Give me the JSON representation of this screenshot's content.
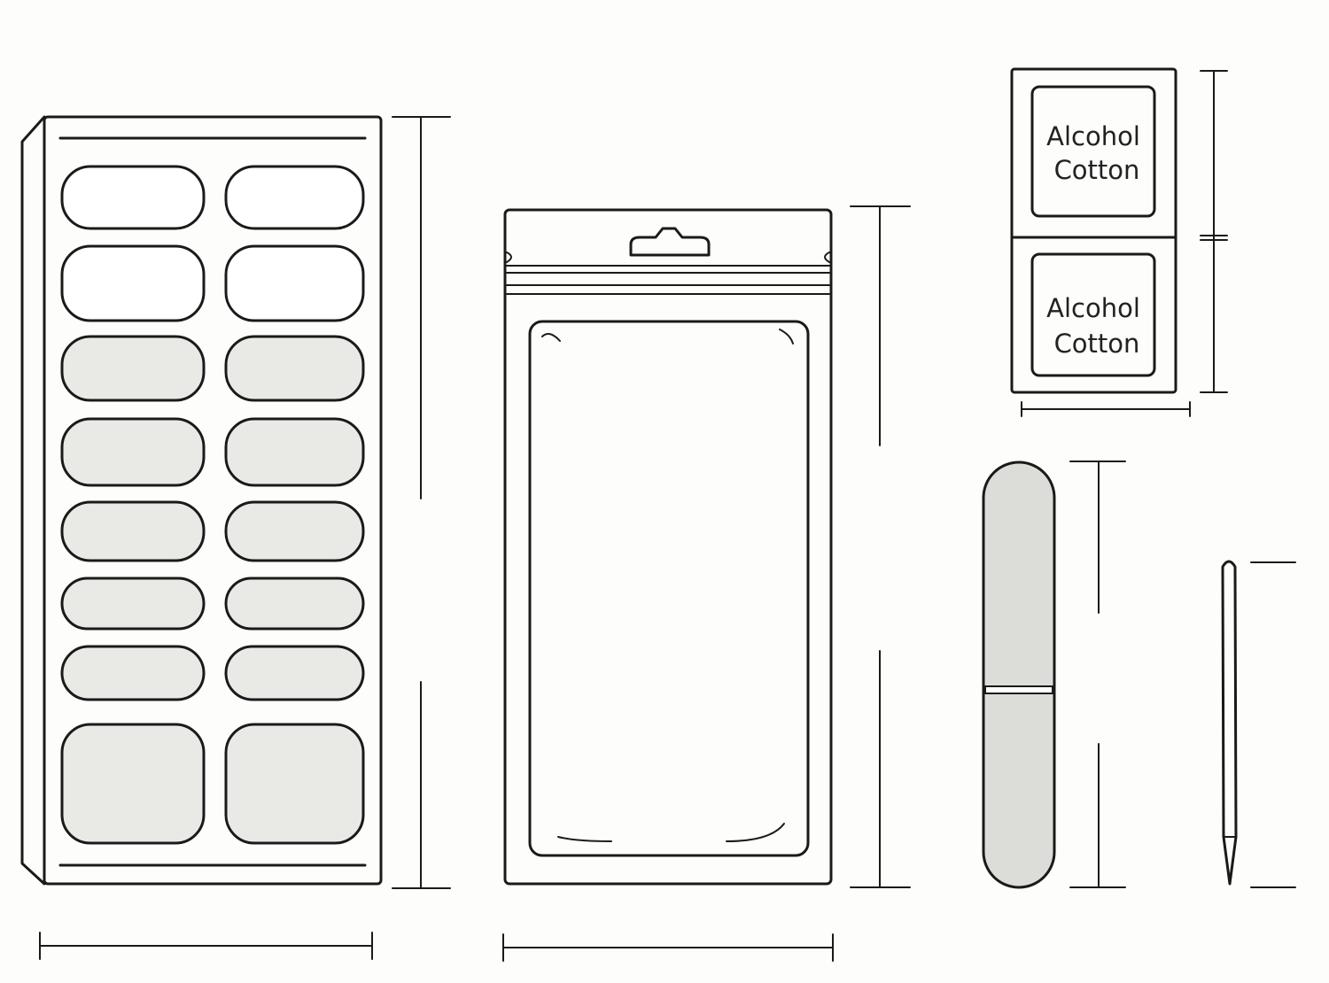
{
  "title": "Press-on nail kit contents with dimension lines",
  "items": [
    {
      "name": "nail-tray",
      "description_visible": false
    },
    {
      "name": "zip-bag"
    },
    {
      "name": "alcohol-pads",
      "pads": [
        {
          "line1": "Alcohol",
          "line2": "Cotton"
        },
        {
          "line1": "Alcohol",
          "line2": "Cotton"
        }
      ]
    },
    {
      "name": "nail-file"
    },
    {
      "name": "cuticle-stick"
    }
  ],
  "colors": {
    "line": "#1a1a1a",
    "nail_fill": "#e9e9e6",
    "background": "#fdfdfb",
    "file_fill": "#dcdcd8"
  }
}
